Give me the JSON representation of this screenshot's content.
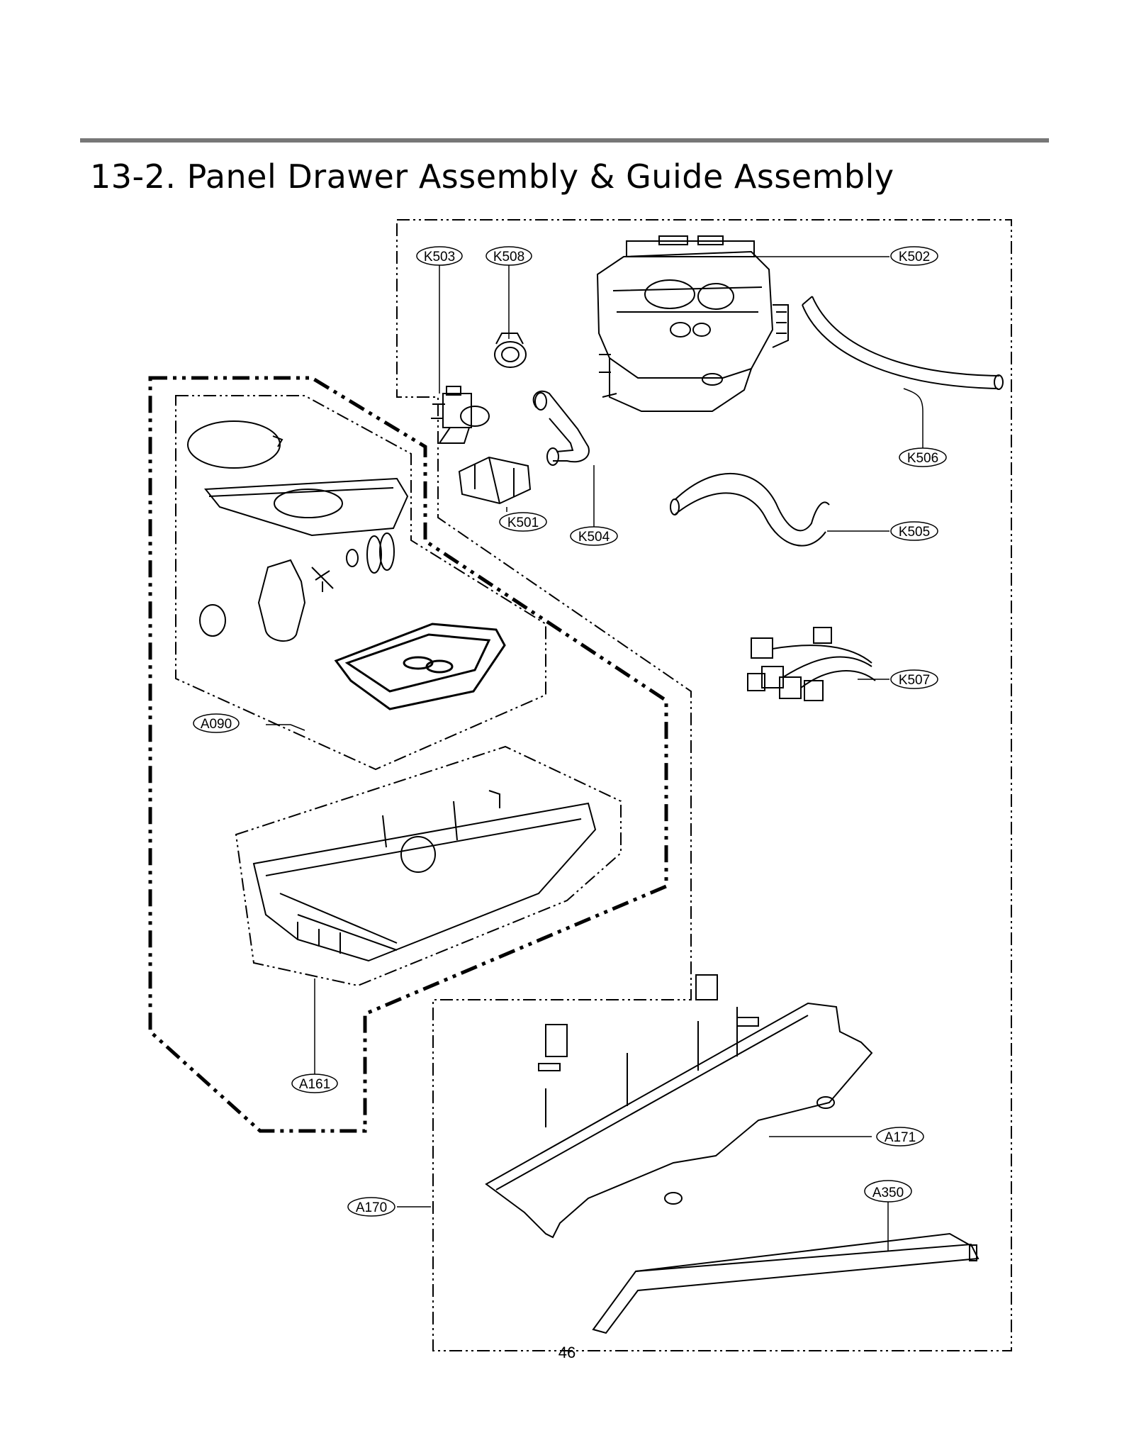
{
  "page": {
    "title": "13-2. Panel Drawer Assembly & Guide Assembly",
    "page_number": "46"
  },
  "callouts": {
    "K503": "K503",
    "K508": "K508",
    "K502": "K502",
    "K506": "K506",
    "K501": "K501",
    "K504": "K504",
    "K505": "K505",
    "K507": "K507",
    "A090": "A090",
    "A161": "A161",
    "A171": "A171",
    "A350": "A350",
    "A170": "A170"
  }
}
